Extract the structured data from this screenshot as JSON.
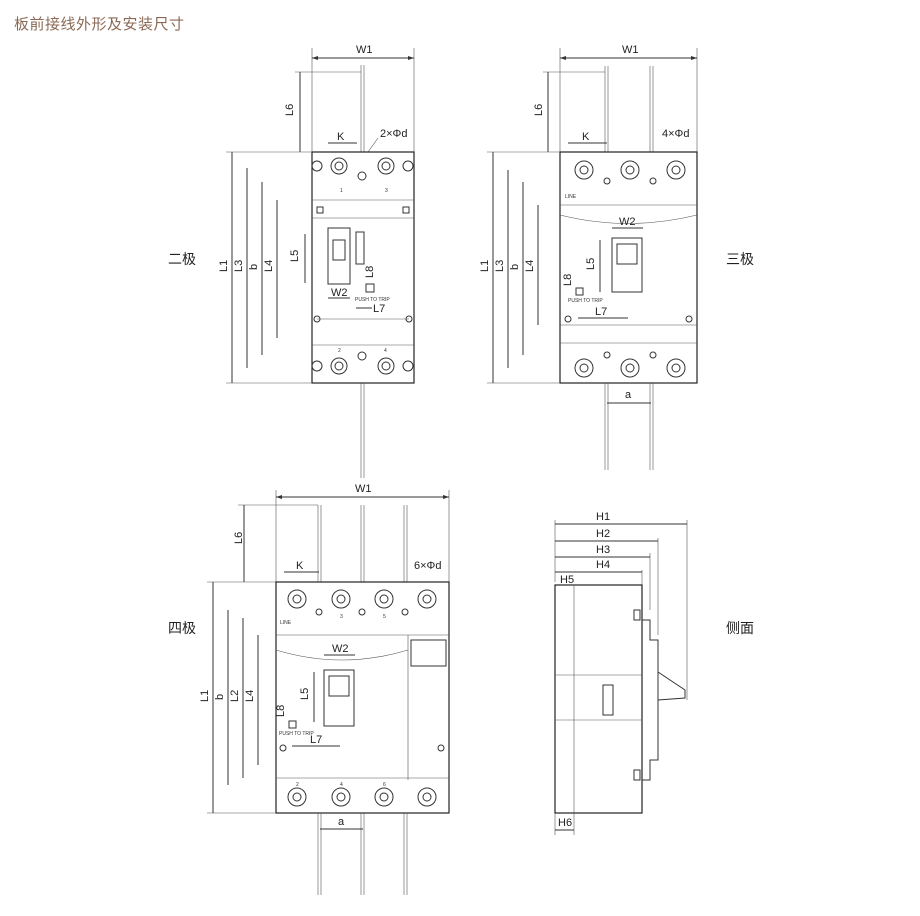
{
  "title": "板前接线外形及安装尺寸",
  "views": {
    "two_pole": "二极",
    "three_pole": "三极",
    "four_pole": "四极",
    "side": "侧面"
  },
  "dims": {
    "W1": "W1",
    "W2": "W2",
    "K": "K",
    "L1": "L1",
    "L2": "L2",
    "L3": "L3",
    "L4": "L4",
    "L5": "L5",
    "L6": "L6",
    "L7": "L7",
    "L8": "L8",
    "b": "b",
    "a": "a",
    "H1": "H1",
    "H2": "H2",
    "H3": "H3",
    "H4": "H4",
    "H5": "H5",
    "H6": "H6"
  },
  "holes": {
    "two_pole": "2×Φd",
    "three_pole": "4×Φd",
    "four_pole": "6×Φd"
  },
  "markings": {
    "line": "LINE",
    "push": "PUSH TO TRIP",
    "n1": "1",
    "n2": "2",
    "n3": "3",
    "n4": "4",
    "n5": "5",
    "n6": "6"
  }
}
